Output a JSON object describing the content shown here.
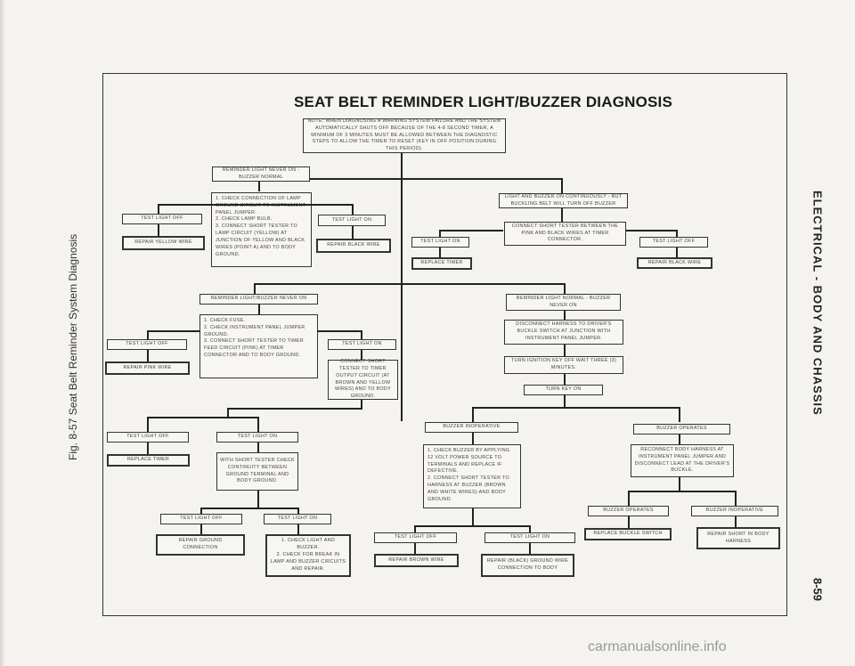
{
  "title": "SEAT BELT REMINDER LIGHT/BUZZER DIAGNOSIS",
  "note": "NOTE:  WHEN DIAGNOSING A WARNING SYSTEM FAILURE AND THE SYSTEM AUTOMATICALLY SHUTS OFF BECAUSE OF THE 4-8 SECOND TIMER, A MINIMUM OF 3 MINUTES MUST BE ALLOWED BETWEEN THE DIAGNOSTIC STEPS TO ALLOW THE TIMER TO RESET (KEY IN OFF POSITION DURING THIS PERIOD).",
  "section1": {
    "header": "REMINDER LIGHT NEVER ON - BUZZER NORMAL",
    "checks": "1. CHECK CONNECTION OF LAMP GROUND CIRCUIT TO INSTRUMENT PANEL JUMPER.\n2. CHECK LAMP BULB.\n3. CONNECT SHORT TESTER TO LAMP CIRCUIT (YELLOW) AT JUNCTION OF YELLOW AND BLACK WIRES (POINT A) AND TO BODY GROUND.",
    "off": "TEST LIGHT OFF",
    "off_action": "REPAIR YELLOW WIRE",
    "on": "TEST LIGHT ON",
    "on_action": "REPAIR BLACK WIRE"
  },
  "section2": {
    "header": "LIGHT AND BUZZER ON CONTINUOUSLY - BUT BUCKLING BELT WILL TURN OFF BUZZER",
    "check": "CONNECT SHORT TESTER BETWEEN THE PINK AND BLACK WIRES AT TIMER CONNECTOR.",
    "on": "TEST LIGHT ON",
    "on_action": "REPLACE TIMER",
    "off": "TEST LIGHT OFF",
    "off_action": "REPAIR BLACK WIRE"
  },
  "section3": {
    "header": "REMINDER LIGHT/BUZZER NEVER ON",
    "checks": "1. CHECK FUSE.\n2. CHECK INSTRUMENT PANEL JUMPER GROUND.\n3. CONNECT SHORT TESTER TO TIMER FEED CIRCUIT (PINK) AT TIMER CONNECTOR AND TO BODY GROUND.",
    "off": "TEST LIGHT OFF",
    "off_action": "REPAIR PINK WIRE",
    "on": "TEST LIGHT ON",
    "on_check": "CONNECT SHORT TESTER TO TIMER OUTPUT CIRCUIT (AT BROWN AND YELLOW WIRES) AND TO BODY GROUND.",
    "sub_off": "TEST LIGHT OFF",
    "sub_off_action": "REPLACE TIMER",
    "sub_on": "TEST LIGHT ON",
    "sub_on_check": "WITH SHORT TESTER CHECK CONTINUITY BETWEEN GROUND TERMINAL AND BODY GROUND.",
    "final_off": "TEST LIGHT OFF",
    "final_off_action": "REPAIR GROUND CONNECTION",
    "final_on": "TEST LIGHT ON",
    "final_on_action": "1. CHECK LIGHT AND BUZZER.\n2. CHECK FOR BREAK IN LAMP AND BUZZER CIRCUITS AND REPAIR."
  },
  "section4": {
    "header": "REMINDER LIGHT NORMAL - BUZZER NEVER ON",
    "step1": "DISCONNECT HARNESS TO DRIVER'S BUCKLE SWITCH AT JUNCTION WITH INSTRUMENT PANEL JUMPER.",
    "step2": "TURN IGNITION KEY OFF WAIT THREE (3) MINUTES.",
    "step3": "TURN KEY ON",
    "inop": "BUZZER INOPERATIVE",
    "inop_checks": "1. CHECK BUZZER BY APPLYING 12 VOLT POWER SOURCE TO TERMINALS AND REPLACE IF DEFECTIVE.\n2. CONNECT SHORT TESTER TO HARNESS AT BUZZER (BROWN AND WHITE WIRES) AND BODY GROUND.",
    "inop_off": "TEST LIGHT OFF",
    "inop_off_action": "REPAIR BROWN WIRE",
    "inop_on": "TEST LIGHT ON",
    "inop_on_action": "REPAIR (BLACK) GROUND WIRE CONNECTION TO BODY",
    "operates": "BUZZER OPERATES",
    "operates_step": "RECONNECT BODY HARNESS AT INSTRUMENT PANEL JUMPER AND DISCONNECT LEAD AT THE DRIVER'S BUCKLE.",
    "operates2": "BUZZER OPERATES",
    "operates2_action": "REPLACE BUCKLE SWITCH",
    "inop2": "BUZZER INOPERATIVE",
    "inop2_action": "REPAIR SHORT IN BODY HARNESS"
  },
  "caption": "Fig. 8-57  Seat Belt Reminder System Diagnosis",
  "side_header": "ELECTRICAL - BODY AND CHASSIS",
  "page_number": "8-59",
  "watermark": "carmanualsonline.info"
}
